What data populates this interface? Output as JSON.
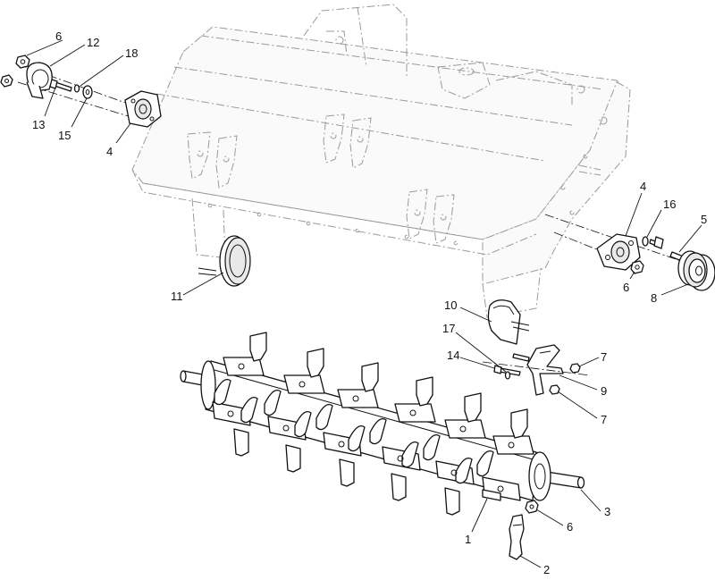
{
  "callouts": [
    {
      "id": "c6a",
      "text": "6"
    },
    {
      "id": "c12",
      "text": "12"
    },
    {
      "id": "c18",
      "text": "18"
    },
    {
      "id": "c13",
      "text": "13"
    },
    {
      "id": "c15",
      "text": "15"
    },
    {
      "id": "c4a",
      "text": "4"
    },
    {
      "id": "c4b",
      "text": "4"
    },
    {
      "id": "c16",
      "text": "16"
    },
    {
      "id": "c5",
      "text": "5"
    },
    {
      "id": "c6b",
      "text": "6"
    },
    {
      "id": "c8",
      "text": "8"
    },
    {
      "id": "c11",
      "text": "11"
    },
    {
      "id": "c10",
      "text": "10"
    },
    {
      "id": "c17",
      "text": "17"
    },
    {
      "id": "c14",
      "text": "14"
    },
    {
      "id": "c7a",
      "text": "7"
    },
    {
      "id": "c9",
      "text": "9"
    },
    {
      "id": "c7b",
      "text": "7"
    },
    {
      "id": "c3",
      "text": "3"
    },
    {
      "id": "c6c",
      "text": "6"
    },
    {
      "id": "c1",
      "text": "1"
    },
    {
      "id": "c2",
      "text": "2"
    }
  ]
}
